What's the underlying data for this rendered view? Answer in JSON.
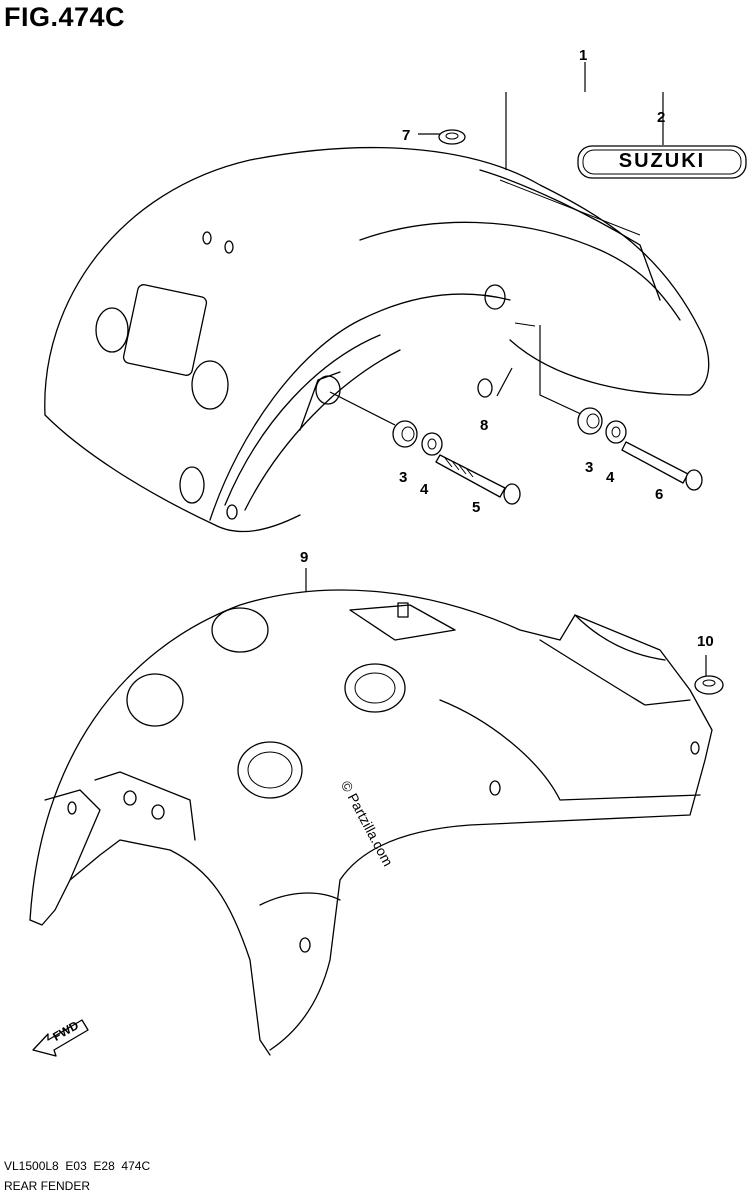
{
  "figure": {
    "title": "FIG.474C",
    "model_code": "VL1500L8  E03  E28  474C",
    "caption": "REAR FENDER",
    "watermark": "© Partzilla.com",
    "emblem_text": "SUZUKI",
    "fwd_text": "FWD"
  },
  "callouts": {
    "c1": "1",
    "c2": "2",
    "c3a": "3",
    "c3b": "3",
    "c4a": "4",
    "c4b": "4",
    "c5": "5",
    "c6": "6",
    "c7": "7",
    "c8": "8",
    "c9": "9",
    "c10": "10"
  }
}
